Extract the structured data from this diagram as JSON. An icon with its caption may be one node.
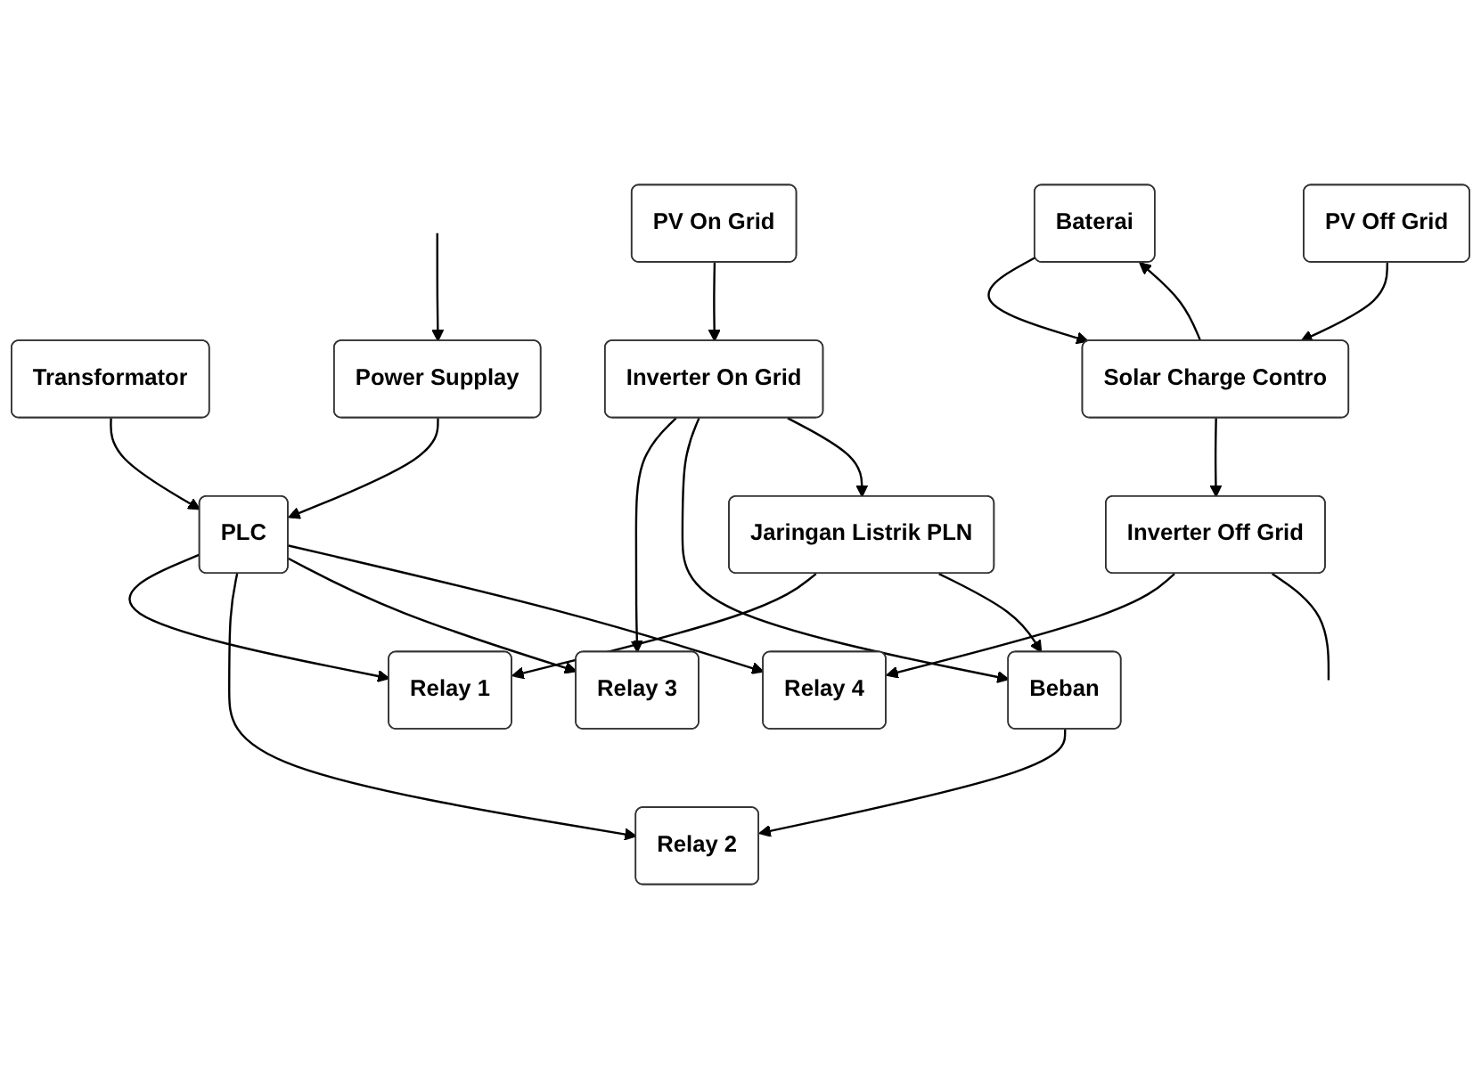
{
  "diagram": {
    "nodes": [
      {
        "text": [
          "Transformator"
        ]
      },
      {
        "text": [
          "PLC"
        ]
      },
      {
        "text": [
          "Power Supplay"
        ]
      },
      {
        "text": [
          "Relay 1"
        ]
      },
      {
        "text": [
          "Relay 2"
        ]
      },
      {
        "text": [
          "Relay 3"
        ]
      },
      {
        "text": [
          "Relay 4"
        ]
      },
      {
        "text": [
          "Beban"
        ]
      },
      {
        "text": [
          "Inverter Off Grid"
        ]
      },
      {
        "text": [
          "Baterai"
        ]
      },
      {
        "text": [
          "Solar Charge Contro"
        ]
      },
      {
        "text": [
          "Jaringan Listrik PLN"
        ]
      },
      {
        "text": [
          "Inverter On Grid"
        ]
      },
      {
        "text": [
          "PV On Grid"
        ]
      },
      {
        "text": [
          "PV Off Grid"
        ]
      }
    ],
    "edges": [
      {
        "from": 0,
        "to": 1,
        "arrow": "to"
      },
      {
        "from": 2,
        "to": 1,
        "arrow": "to"
      },
      {
        "from": null,
        "to": 2,
        "arrow": "to"
      },
      {
        "from": 1,
        "to": 3,
        "arrow": "to"
      },
      {
        "from": 1,
        "to": 4,
        "arrow": "to"
      },
      {
        "from": 1,
        "to": 5,
        "arrow": "to"
      },
      {
        "from": 1,
        "to": 6,
        "arrow": "to"
      },
      {
        "from": 11,
        "to": 3,
        "arrow": "to"
      },
      {
        "from": 7,
        "to": 4,
        "arrow": "to"
      },
      {
        "from": 12,
        "to": 5,
        "arrow": "to"
      },
      {
        "from": 8,
        "to": 6,
        "arrow": "to"
      },
      {
        "from": 11,
        "to": 7,
        "arrow": "to"
      },
      {
        "from": 12,
        "to": 7,
        "arrow": "to"
      },
      {
        "from": 12,
        "to": 11,
        "arrow": "to"
      },
      {
        "from": 10,
        "to": 9,
        "arrow": "to"
      },
      {
        "from": 9,
        "to": 10,
        "arrow": "to"
      },
      {
        "from": 10,
        "to": 8,
        "arrow": "to"
      },
      {
        "from": 13,
        "to": 12,
        "arrow": "to"
      },
      {
        "from": 14,
        "to": 10,
        "arrow": "to"
      },
      {
        "from": 8,
        "to": null,
        "arrow": "none"
      }
    ]
  }
}
